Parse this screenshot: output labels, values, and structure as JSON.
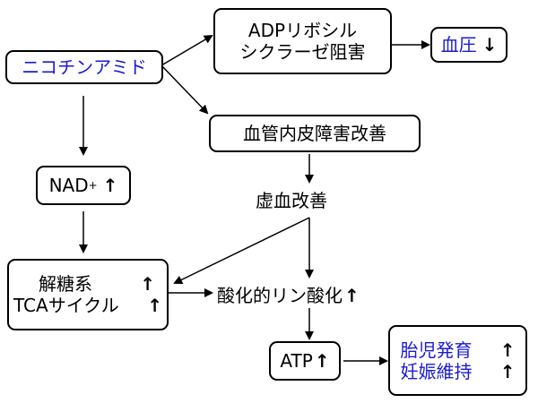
{
  "nodes": {
    "nicotinamide": {
      "label": "ニコチンアミド",
      "color": "#1a1ad6"
    },
    "adp_inhibitor": {
      "line1": "ADPリボシル",
      "line2": "シクラーゼ阻害"
    },
    "blood_pressure": {
      "label": "血圧",
      "arrow": "↓",
      "color": "#1a1ad6"
    },
    "endothelial": {
      "label": "血管内皮障害改善"
    },
    "ischemia": {
      "label": "虚血改善"
    },
    "nad": {
      "label": "NAD",
      "sup": "+",
      "arrow": "↑"
    },
    "glycolysis_tca": {
      "line1": "解糖系",
      "line1_arrow": "↑",
      "line2": "TCAサイクル",
      "line2_arrow": "↑"
    },
    "oxphos": {
      "label": "酸化的リン酸化",
      "arrow": "↑"
    },
    "atp": {
      "label": "ATP",
      "arrow": "↑"
    },
    "outcomes": {
      "line1": "胎児発育",
      "line1_arrow": "↑",
      "line2": "妊娠維持",
      "line2_arrow": "↑",
      "color": "#1a1ad6"
    }
  }
}
